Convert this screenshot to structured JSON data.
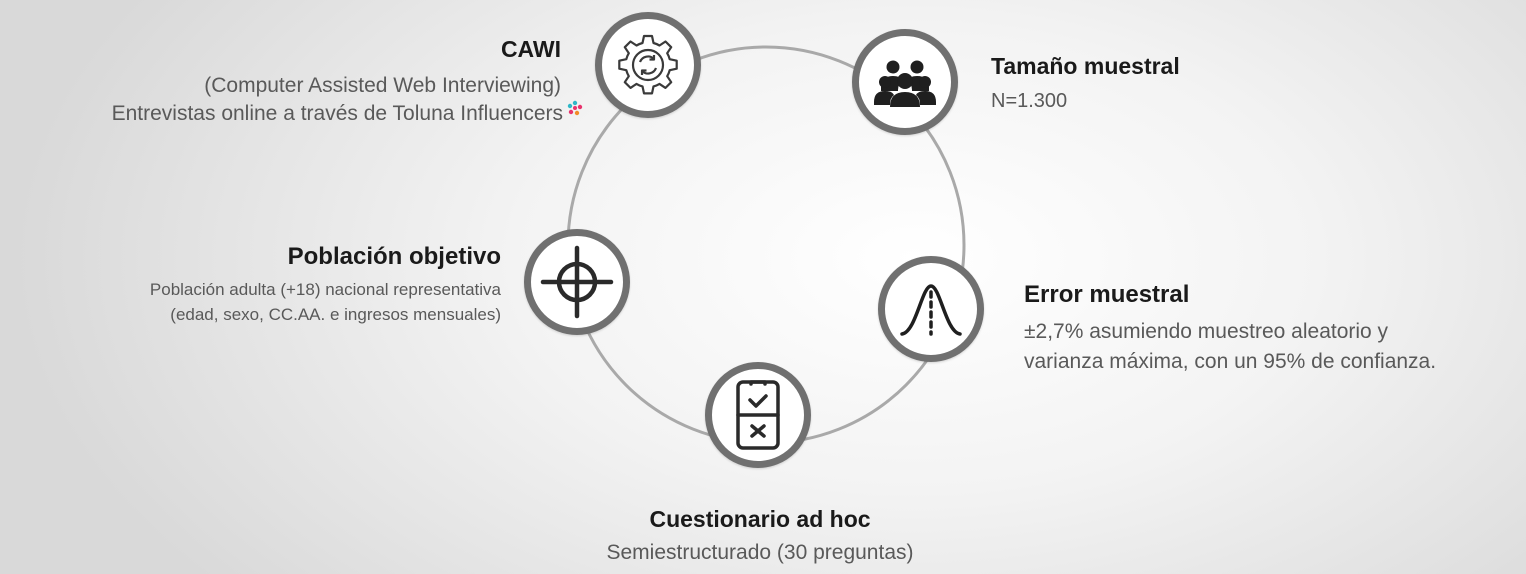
{
  "items": {
    "cawi": {
      "title": "CAWI",
      "line1": "(Computer Assisted Web Interviewing)",
      "line2": "Entrevistas online a través de Toluna Influencers",
      "icon": "gear-refresh-icon"
    },
    "tamano": {
      "title": "Tamaño muestral",
      "line1": "N=1.300",
      "icon": "people-group-icon"
    },
    "poblacion": {
      "title": "Población objetivo",
      "line1": "Población adulta (+18) nacional representativa",
      "line2": "(edad, sexo, CC.AA. e ingresos mensuales)",
      "icon": "crosshair-target-icon"
    },
    "error": {
      "title": "Error muestral",
      "line1": "±2,7% asumiendo muestreo aleatorio y",
      "line2": "varianza máxima, con un 95% de confianza.",
      "icon": "bell-curve-icon"
    },
    "cuestionario": {
      "title": "Cuestionario ad hoc",
      "line1": "Semiestructurado (30 preguntas)",
      "icon": "clipboard-check-icon"
    }
  },
  "colors": {
    "ring": "#a6a6a6",
    "node_border": "#707070",
    "icon": "#3a3a3a",
    "title": "#1a1a1a",
    "text": "#595959"
  }
}
